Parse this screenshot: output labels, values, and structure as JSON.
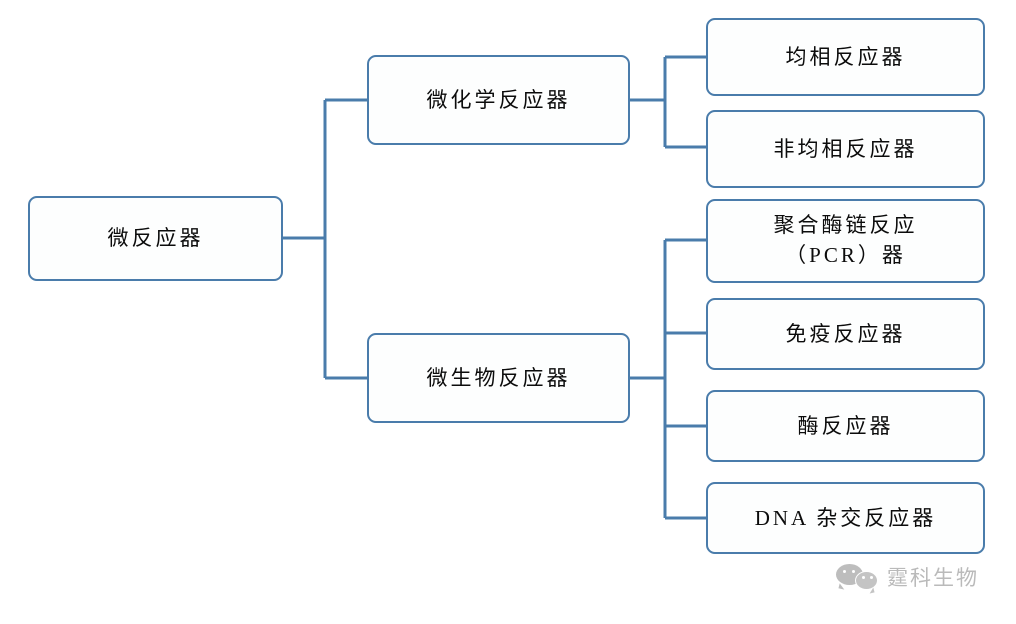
{
  "diagram": {
    "type": "tree-hierarchy",
    "orientation": "left-to-right",
    "line_color": "#4a7cab",
    "box_fill": "#fdfefe",
    "text_color": "#0c0c0c",
    "root": {
      "label": "微反应器"
    },
    "branches": [
      {
        "label": "微化学反应器",
        "children": [
          {
            "label": "均相反应器"
          },
          {
            "label": "非均相反应器"
          }
        ]
      },
      {
        "label": "微生物反应器",
        "children": [
          {
            "line1": "聚合酶链反应",
            "line2": "（PCR）器"
          },
          {
            "label": "免疫反应器"
          },
          {
            "label": "酶反应器"
          },
          {
            "label": "DNA 杂交反应器"
          }
        ]
      }
    ]
  },
  "watermark": {
    "icon": "wechat-logo-icon",
    "text": "霆科生物",
    "color": "#8a8a8a"
  }
}
